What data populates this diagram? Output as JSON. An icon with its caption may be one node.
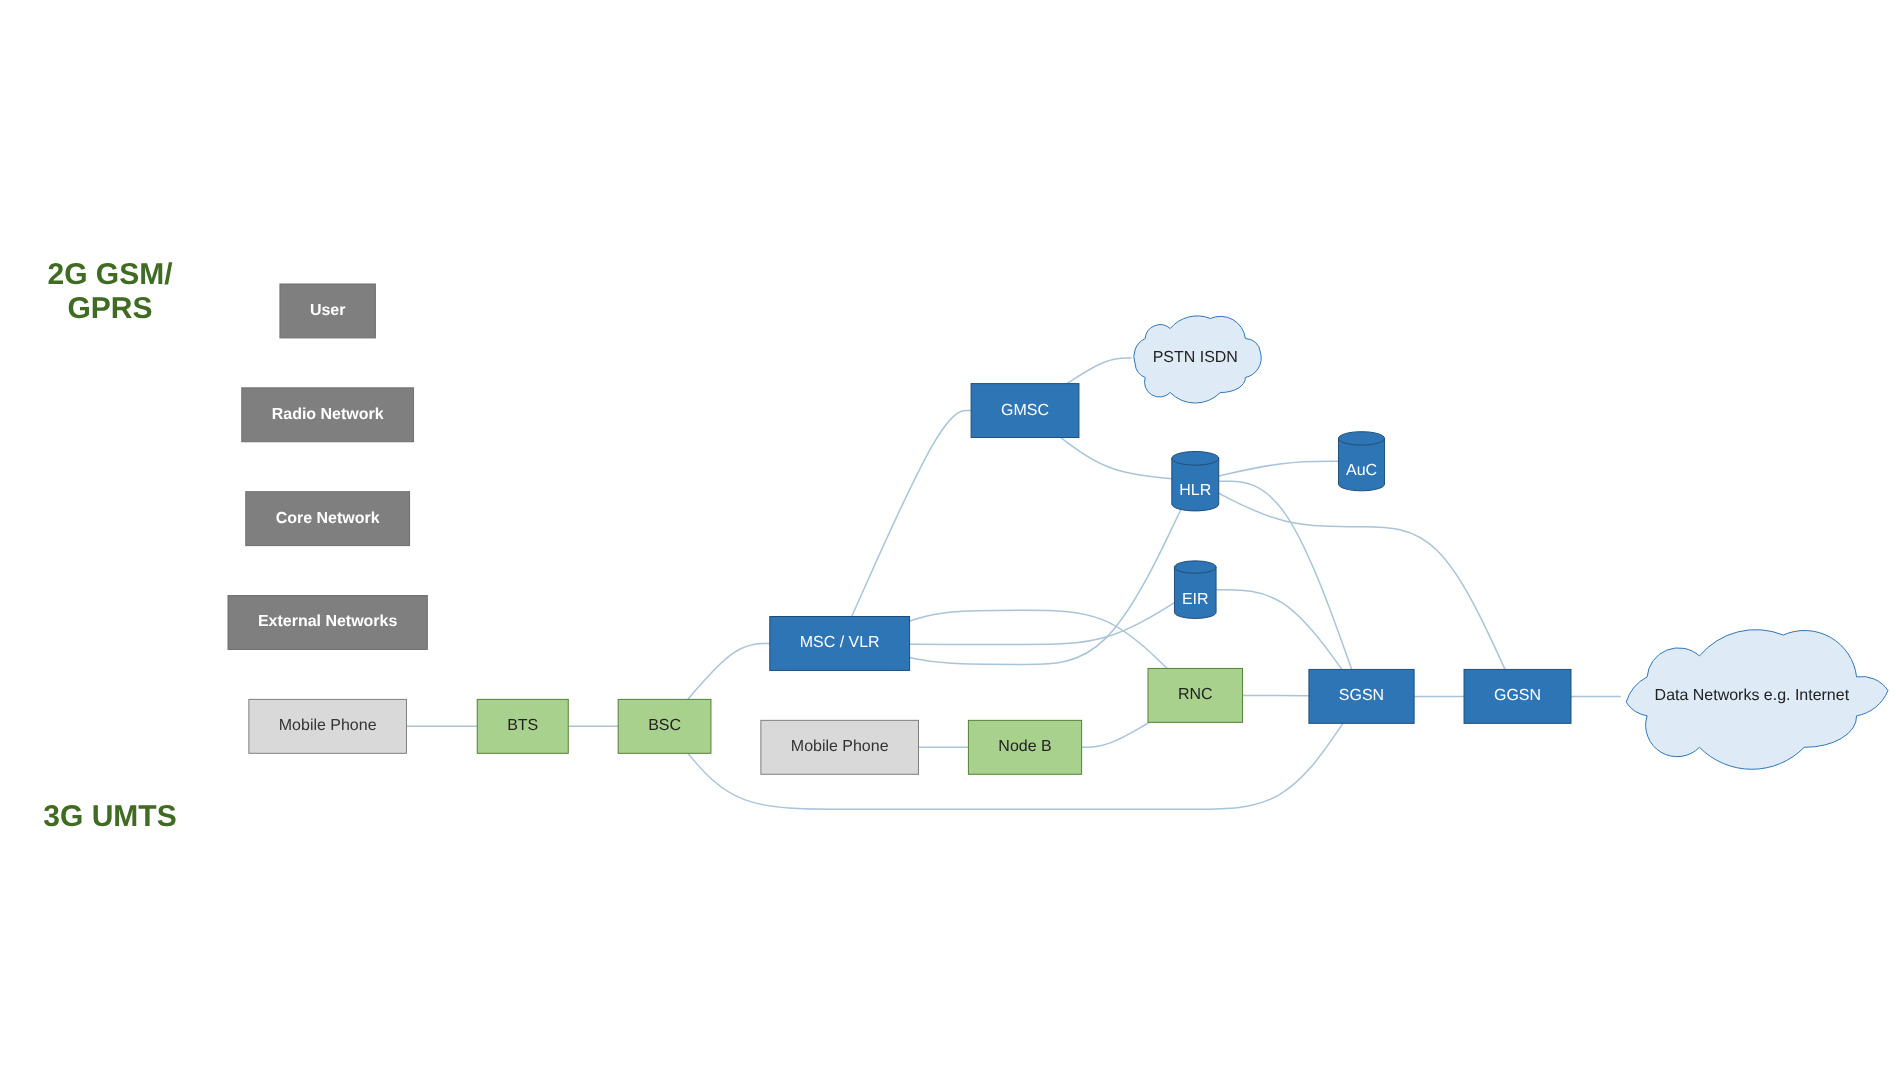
{
  "diagram": {
    "nodes": [
      {
        "text": [
          "User"
        ]
      },
      {
        "text": [
          "Radio Network"
        ]
      },
      {
        "text": [
          "Core Network"
        ]
      },
      {
        "text": [
          "External Networks"
        ]
      },
      {
        "text": [
          "Mobile Phone"
        ]
      },
      {
        "text": [
          "BTS"
        ]
      },
      {
        "text": [
          "BSC"
        ]
      },
      {
        "text": [
          "MSC / VLR"
        ]
      },
      {
        "text": [
          "GMSC"
        ]
      },
      {
        "text": [
          "PSTN ISDN"
        ]
      },
      {
        "text": [
          "EIR"
        ]
      },
      {
        "text": [
          "HLR"
        ]
      },
      {
        "text": [
          "AuC"
        ]
      },
      {
        "text": [
          "Mobile Phone"
        ]
      },
      {
        "text": [
          "Node B"
        ]
      },
      {
        "text": [
          "RNC"
        ]
      },
      {
        "text": [
          "SGSN"
        ]
      },
      {
        "text": [
          "GGSN"
        ]
      },
      {
        "text": [
          "Data Networks e.g. Internet"
        ]
      }
    ],
    "edges": [
      {
        "from": 4,
        "to": 5,
        "arrow": "none"
      },
      {
        "from": 5,
        "to": 6,
        "arrow": "none"
      },
      {
        "from": 6,
        "to": 7,
        "arrow": "none"
      },
      {
        "from": 7,
        "to": 8,
        "arrow": "none"
      },
      {
        "from": 8,
        "to": 9,
        "arrow": "none"
      },
      {
        "from": 6,
        "to": 16,
        "arrow": "none"
      },
      {
        "from": 7,
        "to": 15,
        "arrow": "none"
      },
      {
        "from": 7,
        "to": 10,
        "arrow": "none"
      },
      {
        "from": 7,
        "to": 11,
        "arrow": "none"
      },
      {
        "from": 8,
        "to": 11,
        "arrow": "none"
      },
      {
        "from": 11,
        "to": 12,
        "arrow": "none"
      },
      {
        "from": 10,
        "to": 16,
        "arrow": "none"
      },
      {
        "from": 11,
        "to": 16,
        "arrow": "none"
      },
      {
        "from": 11,
        "to": 17,
        "arrow": "none"
      },
      {
        "from": 13,
        "to": 14,
        "arrow": "none"
      },
      {
        "from": 14,
        "to": 15,
        "arrow": "none"
      },
      {
        "from": 15,
        "to": 16,
        "arrow": "none"
      },
      {
        "from": 16,
        "to": 17,
        "arrow": "none"
      },
      {
        "from": 17,
        "to": 18,
        "arrow": "none"
      }
    ],
    "labels": [
      "2G GSM/ GPRS",
      "3G UMTS"
    ]
  }
}
